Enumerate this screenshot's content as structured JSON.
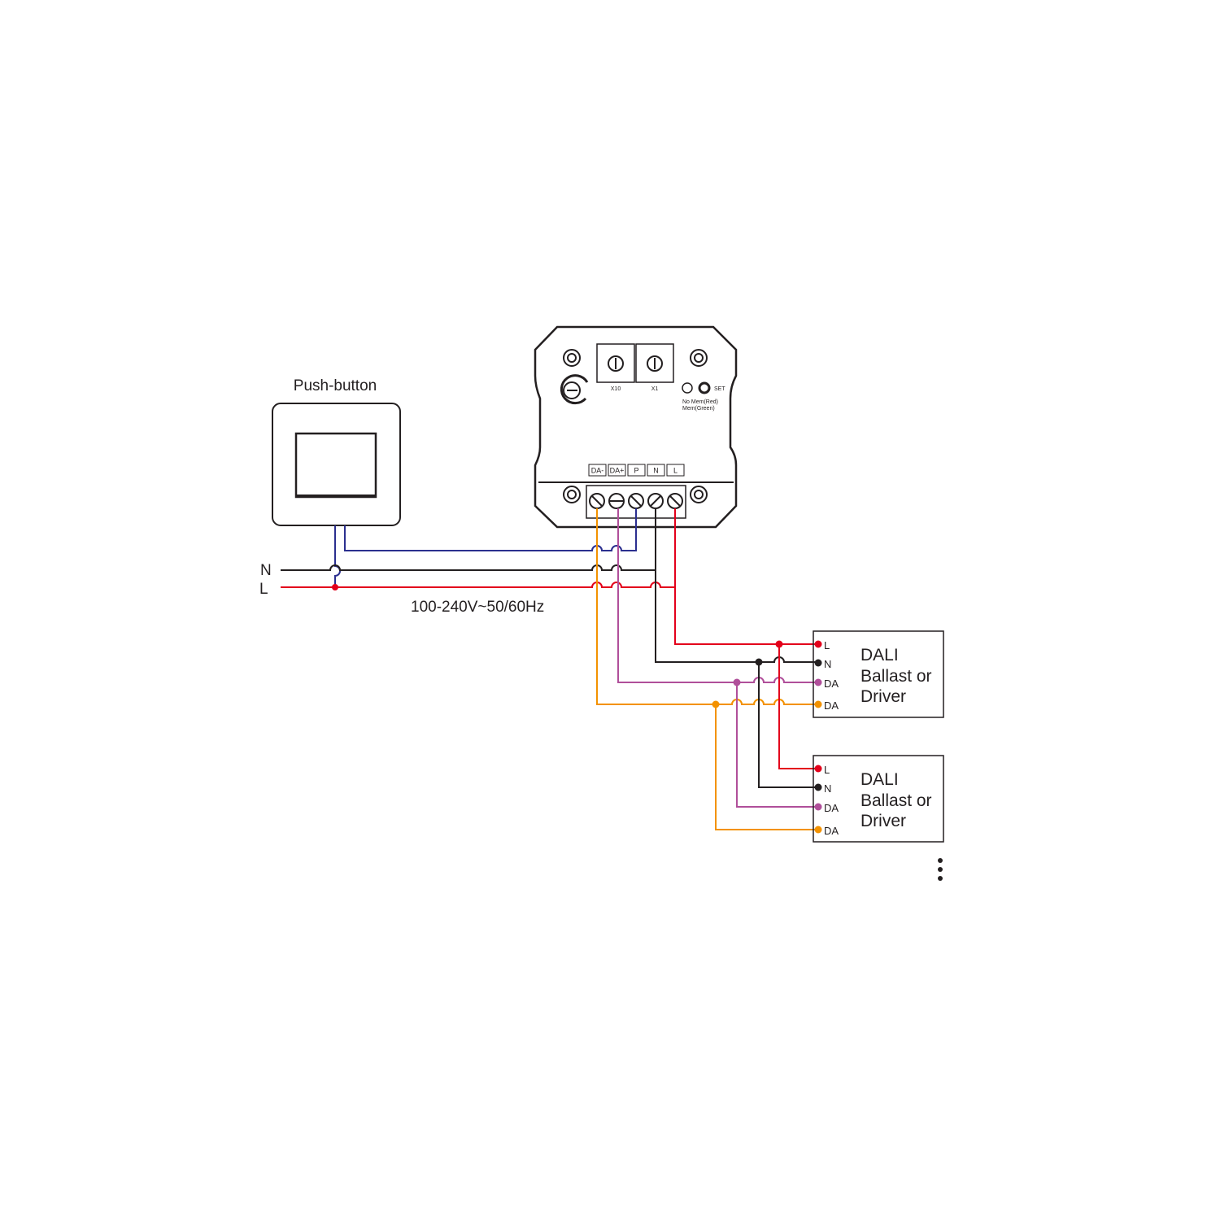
{
  "push_button": {
    "label": "Push-button"
  },
  "mains": {
    "n_label": "N",
    "l_label": "L",
    "voltage": "100-240V~50/60Hz"
  },
  "module": {
    "rotary_x10": "X10",
    "rotary_x1": "X1",
    "set_label": "SET",
    "led_status": [
      "No Mem(Red)",
      "Mem(Green)"
    ],
    "terminals": [
      "DA-",
      "DA+",
      "P",
      "N",
      "L"
    ]
  },
  "drivers": [
    {
      "pins": [
        "L",
        "N",
        "DA",
        "DA"
      ],
      "title": [
        "DALI",
        "Ballast or",
        "Driver"
      ]
    },
    {
      "pins": [
        "L",
        "N",
        "DA",
        "DA"
      ],
      "title": [
        "DALI",
        "Ballast or",
        "Driver"
      ]
    }
  ],
  "colors": {
    "red": "#e3001b",
    "black": "#231f20",
    "blue": "#2b2f8f",
    "purple": "#b04f9a",
    "orange": "#f39200"
  }
}
